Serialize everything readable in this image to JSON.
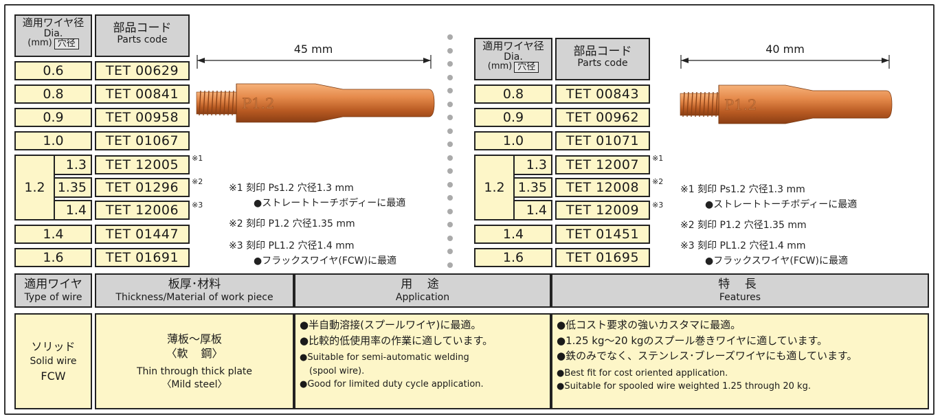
{
  "left_table": {
    "header_dia_jp": "適用ワイヤ径",
    "header_dia_en": "Dia.",
    "header_mm": "(mm)",
    "header_hole": "穴径",
    "header_code_jp": "部品コード",
    "header_code_en": "Parts code",
    "rows_top": [
      {
        "dia": "0.6",
        "code": "TET 00629"
      },
      {
        "dia": "0.8",
        "code": "TET 00841"
      },
      {
        "dia": "0.9",
        "code": "TET 00958"
      },
      {
        "dia": "1.0",
        "code": "TET 01067"
      }
    ],
    "group_dia": "1.2",
    "group_rows": [
      {
        "hole": "1.3",
        "code": "TET 12005",
        "mark": "※1"
      },
      {
        "hole": "1.35",
        "code": "TET 01296",
        "mark": "※2"
      },
      {
        "hole": "1.4",
        "code": "TET 12006",
        "mark": "※3"
      }
    ],
    "rows_bottom": [
      {
        "dia": "1.4",
        "code": "TET 01447"
      },
      {
        "dia": "1.6",
        "code": "TET 01691"
      }
    ],
    "dimension": "45 mm",
    "notes": [
      "※1 刻印 Ps1.2 穴径1.3 mm",
      "●ストレートトーチボディーに最適",
      "※2 刻印 P1.2 穴径1.35 mm",
      "※3 刻印 PL1.2 穴径1.4 mm",
      "●フラックスワイヤ(FCW)に最適"
    ]
  },
  "right_table": {
    "header_dia_jp": "適用ワイヤ径",
    "header_dia_en": "Dia.",
    "header_mm": "(mm)",
    "header_hole": "穴径",
    "header_code_jp": "部品コード",
    "header_code_en": "Parts code",
    "rows_top": [
      {
        "dia": "0.8",
        "code": "TET 00843"
      },
      {
        "dia": "0.9",
        "code": "TET 00962"
      },
      {
        "dia": "1.0",
        "code": "TET 01071"
      }
    ],
    "group_dia": "1.2",
    "group_rows": [
      {
        "hole": "1.3",
        "code": "TET 12007",
        "mark": "※1"
      },
      {
        "hole": "1.35",
        "code": "TET 12008",
        "mark": "※2"
      },
      {
        "hole": "1.4",
        "code": "TET 12009",
        "mark": "※3"
      }
    ],
    "rows_bottom": [
      {
        "dia": "1.4",
        "code": "TET 01451"
      },
      {
        "dia": "1.6",
        "code": "TET 01695"
      }
    ],
    "dimension": "40 mm",
    "notes": [
      "※1 刻印 Ps1.2 穴径1.3 mm",
      "●ストレートトーチボディーに最適",
      "※2 刻印 P1.2 穴径1.35 mm",
      "※3 刻印 PL1.2 穴径1.4 mm",
      "●フラックスワイヤ(FCW)に最適"
    ]
  },
  "tip_stamp": "P1.2",
  "colors": {
    "header_gray": "#d3d3d3",
    "cell_yellow": "#fdf6c8",
    "copper": "#d9773a"
  },
  "spec": {
    "headers": [
      {
        "jp": "適用ワイヤ",
        "en": "Type of wire"
      },
      {
        "jp": "板厚･材料",
        "en": "Thickness/Material of work piece"
      },
      {
        "jp": "用 途",
        "en": "Application"
      },
      {
        "jp": "特 長",
        "en": "Features"
      }
    ],
    "wire": [
      "ソリッド",
      "Solid wire",
      "FCW"
    ],
    "material": [
      "薄板〜厚板",
      "〈軟 鋼〉",
      "Thin through thick plate",
      "〈Mild steel〉"
    ],
    "application": [
      "●半自動溶接(スプールワイヤ)に最適。",
      "●比較的低使用率の作業に適しています。",
      "●Suitable for semi-automatic welding",
      "(spool wire).",
      "●Good for limited duty cycle application."
    ],
    "features": [
      "●低コスト要求の強いカスタマに最適。",
      "●1.25 kg〜20 kgのスプール巻きワイヤに適しています。",
      "●鉄のみでなく、ステンレス･ブレーズワイヤにも適しています。",
      "●Best fit for cost oriented application.",
      "●Suitable for spooled wire weighted 1.25 through 20 kg."
    ]
  }
}
